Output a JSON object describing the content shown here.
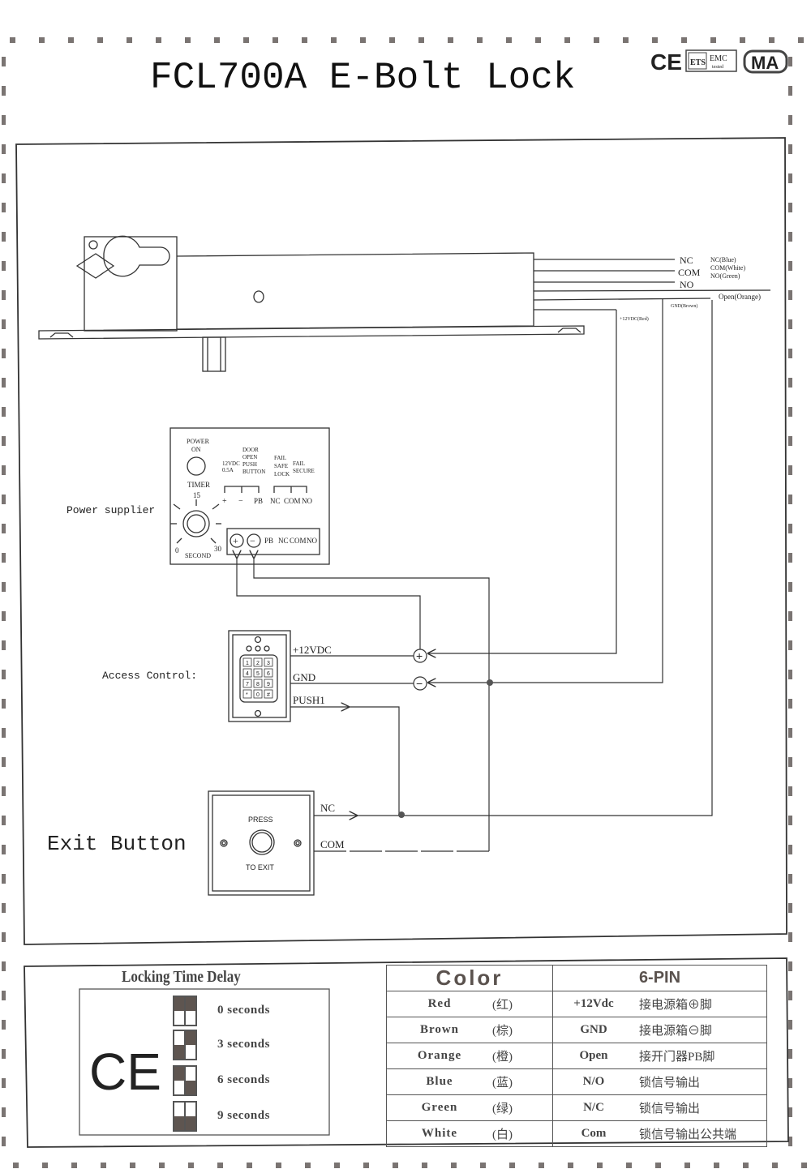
{
  "header": {
    "title": "FCL700A E-Bolt Lock",
    "cert_marks": [
      "CE",
      "ETS",
      "EMC",
      "tested",
      "MA"
    ]
  },
  "lock": {
    "wire_labels": [
      "NC",
      "COM",
      "NO"
    ],
    "wire_colors": [
      "NC(Blue)",
      "COM(White)",
      "NO(Green)"
    ],
    "open_label": "Open(Orange)",
    "gnd_label": "GND(Brown)",
    "vdc_label": "+12VDC(Red)"
  },
  "power_supplier": {
    "label": "Power supplier",
    "power_on": [
      "POWER",
      "ON"
    ],
    "timer": "TIMER",
    "timer_mid": "15",
    "timer_min": "0",
    "timer_max": "30",
    "timer_unit": "SECOND",
    "rating": [
      "12VDC",
      "0.5A"
    ],
    "door_open": [
      "DOOR",
      "OPEN",
      "PUSH",
      "BUTTON"
    ],
    "fail_safe": [
      "FAIL",
      "SAFE",
      "LOCK"
    ],
    "fail_secure": [
      "FAIL",
      "SECURE"
    ],
    "top_terminals": [
      "+",
      "−",
      "PB",
      "NC",
      "COM",
      "NO"
    ],
    "terminals": [
      "+",
      "−",
      "PB",
      "NC",
      "COM",
      "NO"
    ]
  },
  "access_control": {
    "label": "Access Control:",
    "keys": [
      "1",
      "2",
      "3",
      "4",
      "5",
      "6",
      "7",
      "8",
      "9",
      "*",
      "0",
      "#"
    ],
    "outputs": [
      "+12VDC",
      "GND",
      "PUSH1"
    ]
  },
  "exit_button": {
    "label": "Exit Button",
    "press": "PRESS",
    "to_exit": "TO EXIT",
    "outputs": [
      "NC",
      "COM"
    ]
  },
  "junctions": {
    "plus": "+",
    "minus": "−"
  },
  "locking_time_delay": {
    "title": "Locking Time Delay",
    "ce": "CE",
    "rows": [
      {
        "label": "0 seconds",
        "switch": [
          [
            1,
            0
          ],
          [
            1,
            0
          ]
        ]
      },
      {
        "label": "3 seconds",
        "switch": [
          [
            0,
            1
          ],
          [
            1,
            0
          ]
        ]
      },
      {
        "label": "6 seconds",
        "switch": [
          [
            1,
            0
          ],
          [
            0,
            1
          ]
        ]
      },
      {
        "label": "9 seconds",
        "switch": [
          [
            0,
            1
          ],
          [
            0,
            1
          ]
        ]
      }
    ]
  },
  "pin_table": {
    "headers": [
      "Color",
      "6-PIN"
    ],
    "rows": [
      {
        "color": "Red",
        "color_cn": "(红)",
        "pin": "+12Vdc",
        "desc": "接电源箱⊕脚"
      },
      {
        "color": "Brown",
        "color_cn": "(棕)",
        "pin": "GND",
        "desc": "接电源箱⊖脚"
      },
      {
        "color": "Orange",
        "color_cn": "(橙)",
        "pin": "Open",
        "desc": "接开门器PB脚"
      },
      {
        "color": "Blue",
        "color_cn": "(蓝)",
        "pin": "N/O",
        "desc": "锁信号输出"
      },
      {
        "color": "Green",
        "color_cn": "(绿)",
        "pin": "N/C",
        "desc": "锁信号输出"
      },
      {
        "color": "White",
        "color_cn": "(白)",
        "pin": "Com",
        "desc": "锁信号输出公共端"
      }
    ]
  },
  "colors": {
    "ink": "#222222",
    "shade": "#5e5550",
    "border_marks": "#7a7472"
  }
}
